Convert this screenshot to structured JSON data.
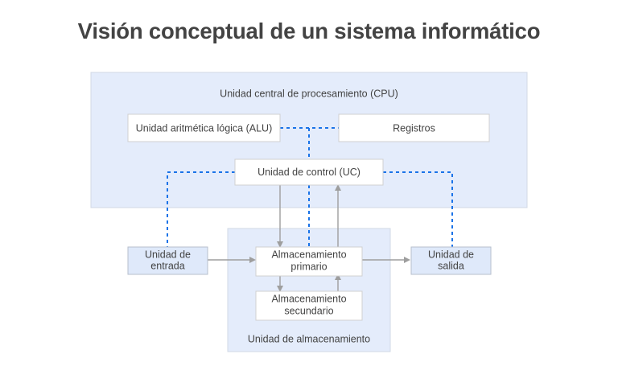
{
  "page": {
    "title": "Visión conceptual de un sistema informático",
    "title_color": "#434343",
    "background_color": "#ffffff"
  },
  "diagram": {
    "containers": [
      {
        "id": "cpu",
        "label": "Unidad central de procesamiento (CPU)",
        "fill": "#e4ecfb",
        "stroke": "#d2d9e6"
      },
      {
        "id": "storage",
        "label": "Unidad de almacenamiento",
        "fill": "#e4ecfb",
        "stroke": "#d2d9e6"
      }
    ],
    "boxes": [
      {
        "id": "alu",
        "label": "Unidad aritmética lógica (ALU)",
        "style": "white"
      },
      {
        "id": "registros",
        "label": "Registros",
        "style": "white"
      },
      {
        "id": "uc",
        "label": "Unidad de control (UC)",
        "style": "white"
      },
      {
        "id": "primary-storage",
        "line1": "Almacenamiento",
        "line2": "primario",
        "style": "white"
      },
      {
        "id": "secondary-storage",
        "line1": "Almacenamiento",
        "line2": "secundario",
        "style": "white"
      },
      {
        "id": "input-unit",
        "line1": "Unidad de",
        "line2": "entrada",
        "style": "blue"
      },
      {
        "id": "output-unit",
        "line1": "Unidad de",
        "line2": "salida",
        "style": "blue"
      }
    ],
    "connection_colors": {
      "control_dashed": "#1a73e8",
      "data_solid": "#9e9e9e"
    }
  }
}
